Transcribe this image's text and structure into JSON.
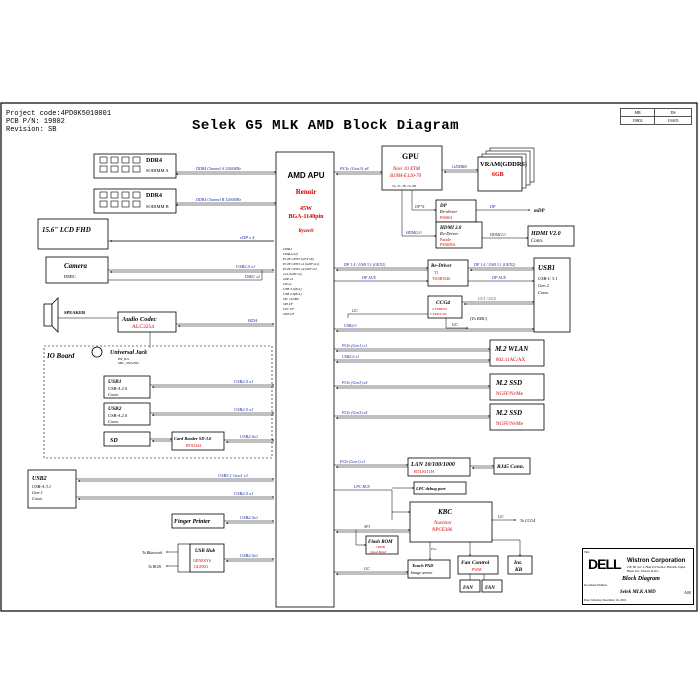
{
  "header": {
    "project_code": "Project code:4PD0K5010001",
    "pcb_pn": "PCB P/N:  19802",
    "revision": "Revision: SB"
  },
  "title": "Selek G5 MLK AMD Block Diagram",
  "rev_table": {
    "col1": "MB",
    "col2": "DS",
    "val1": "19802",
    "val2": "19A05"
  },
  "title_block": {
    "brand": "DELL",
    "company": "Wistron Corporation",
    "company_addr": "21F, 88, Sec.1, Hsin Tai Wu Rd., Hsichih, Taipei Hsien 221, Taiwan, R.O.C.",
    "label_title": "Title",
    "doc_title": "Block Diagram",
    "label_docnum": "Document Number",
    "project": "Selek MLK AMD",
    "label_date": "Date: Monday, December 16, 2019",
    "rev": "A00"
  },
  "apu": {
    "title": "AMD APU",
    "codename": "Renoir",
    "tdp": "45W",
    "package": "BGA-1140pin",
    "series": "Ryzen9",
    "signals": [
      "DDR4",
      "DDR4 (x2)",
      "PCIE GEN3 (GFX x8)",
      "PCIE GEN3 x4 (GPP x12)",
      "PCIE GEN3 x4/GPP x12",
      "2x4 (GPP x4)",
      "eDP x4",
      "DP x2",
      "USB 3.1(8x4)",
      "USB 2.0(8x4)",
      "SD: eUSB0",
      "SPI I/F",
      "LPC I/F",
      "eSPI I/F"
    ]
  },
  "ddr4_a": {
    "title": "DDR4",
    "slot": "SODIMM A",
    "bus": "DDR4 Channel A 3200MHz"
  },
  "ddr4_b": {
    "title": "DDR4",
    "slot": "SODIMM B",
    "bus": "DDR4 Channel B 3200MHz"
  },
  "lcd": {
    "title": "15.6\" LCD FHD",
    "bus": "eDP x 4"
  },
  "camera": {
    "title": "Camera",
    "sub": "DMIC",
    "bus": "USB2.0 x1",
    "bus2": "DMIC x2"
  },
  "speaker": {
    "label": "SPEAKER"
  },
  "audio": {
    "title": "Audio Codec",
    "part": "ALC3254",
    "bus": "HDA"
  },
  "io_board": {
    "label": "IO Board"
  },
  "jack": {
    "title": "Universal Jack",
    "sub1": "HP_R/L",
    "sub2": "MIC_IN/GND"
  },
  "usb1_io": {
    "title": "USB1",
    "sub1": "USB-A 2.0",
    "sub2": "Conn.",
    "bus": "USB2.0 x1"
  },
  "usb2_io": {
    "title": "USB2",
    "sub1": "USB-A 2.0",
    "sub2": "Conn.",
    "bus": "USB2.0 x1"
  },
  "sd": {
    "title": "SD"
  },
  "card_reader": {
    "title": "Card Reader SD 3.0",
    "part": "RTS5244",
    "bus": "USB2.0x1"
  },
  "usb2_left": {
    "title": "USB2",
    "sub1": "USB-A 3.1",
    "sub2": "Gen 1",
    "sub3": "Conn.",
    "bus1": "USB3.1 Gen1 x1",
    "bus2": "USB2.0 x1"
  },
  "finger": {
    "title": "Finger Printer",
    "bus": "USB2.0x1"
  },
  "usb_hub": {
    "title": "USB Hub",
    "part1": "GENESYS",
    "part2": "GL850G",
    "bus": "USB2.0x1",
    "bt": "To Bluetooth",
    "rgb": "To RGB"
  },
  "gpu": {
    "title": "GPU",
    "model1": "Navi 10 XTM",
    "model2": "B19M-E120-70",
    "pins": "7A, 7C, 7B, 7A, 8D",
    "pcie": "PCIe (Gen3) x8",
    "gddr": "GDDR6"
  },
  "vram": {
    "title": "VRAM(GDDR6)",
    "size": "6GB"
  },
  "dp_redriver": {
    "title": "DP",
    "sub": "Re-driver",
    "part": "PS8461",
    "bus_in": "DP*4",
    "bus_out": "DP",
    "conn": "mDP"
  },
  "hdmi_redriver": {
    "title": "HDMI 2.0",
    "sub": "Re-Driver",
    "part1": "Parade",
    "part2": "PS8409A",
    "bus": "HDMI2.0",
    "bus_gpu": "HDMI2.0"
  },
  "hdmi_conn": {
    "title": "HDMI V2.0",
    "sub": "Conn."
  },
  "redriver_tc": {
    "title": "Re-Driver",
    "part1": "TI",
    "part2": "TUSB1046",
    "bus_in": "DP 1.4 / USB 3.1 (GEN2)",
    "bus_out": "DP 1.4 / USB 3.1 (GEN2)",
    "dp_aux_in": "DP AUX",
    "dp_aux_out": "DP AUX"
  },
  "ccg4": {
    "title": "CCG4",
    "part1": "CYPRESS",
    "part2": "CYPD4126",
    "cc": "CC1 / CC2",
    "i2c_left": "I2C",
    "i2c_down": "I2C",
    "to_kbc": "(To KBC)"
  },
  "usb1_tc": {
    "title": "USB1",
    "sub1": "USB-C 3.1",
    "sub2": "Gen 2",
    "sub3": "Conn.",
    "bus": "USB2.0"
  },
  "wlan": {
    "title": "M.2 WLAN",
    "sub": "802.11AC/AX",
    "bus1": "PCIe (Gen1) x1",
    "bus2": "USB2.0 x1"
  },
  "ssd1": {
    "title": "M.2 SSD",
    "sub": "NGFF/NvMe",
    "bus": "PCIe (Gen3) x4"
  },
  "ssd2": {
    "title": "M.2 SSD",
    "sub": "NGFF/NvMe",
    "bus": "PCIe (Gen3) x4"
  },
  "lan": {
    "title": "LAN 10/100/1000",
    "part": "RTL8111H",
    "bus": "PCIe (Gen1) x1"
  },
  "rj45": {
    "title": "RJ45 Conn."
  },
  "lpc_port": {
    "title": "LPC debug  port",
    "bus": "LPC BUS"
  },
  "kbc": {
    "title": "KBC",
    "part1": "Nuvoton",
    "part2": "NPCE386",
    "i2c_out": "I2C",
    "to_ccg": "To CCG4"
  },
  "flash": {
    "title": "Flash ROM",
    "size": "16MB",
    "sub": "Quad Read",
    "bus": "SPI"
  },
  "touchpad": {
    "title": "Touch PAD",
    "sub": "Image sensor",
    "bus": "I2C",
    "bus2": "PS2"
  },
  "fan_control": {
    "title": "Fan Control",
    "sub": "PWM"
  },
  "int_kb": {
    "title": "Int.",
    "sub": "KB"
  },
  "fan1": {
    "title": "FAN"
  },
  "fan2": {
    "title": "FAN"
  },
  "colors": {
    "line": "#000000",
    "bus_label": "#1a2a9e",
    "part": "#d00000"
  }
}
